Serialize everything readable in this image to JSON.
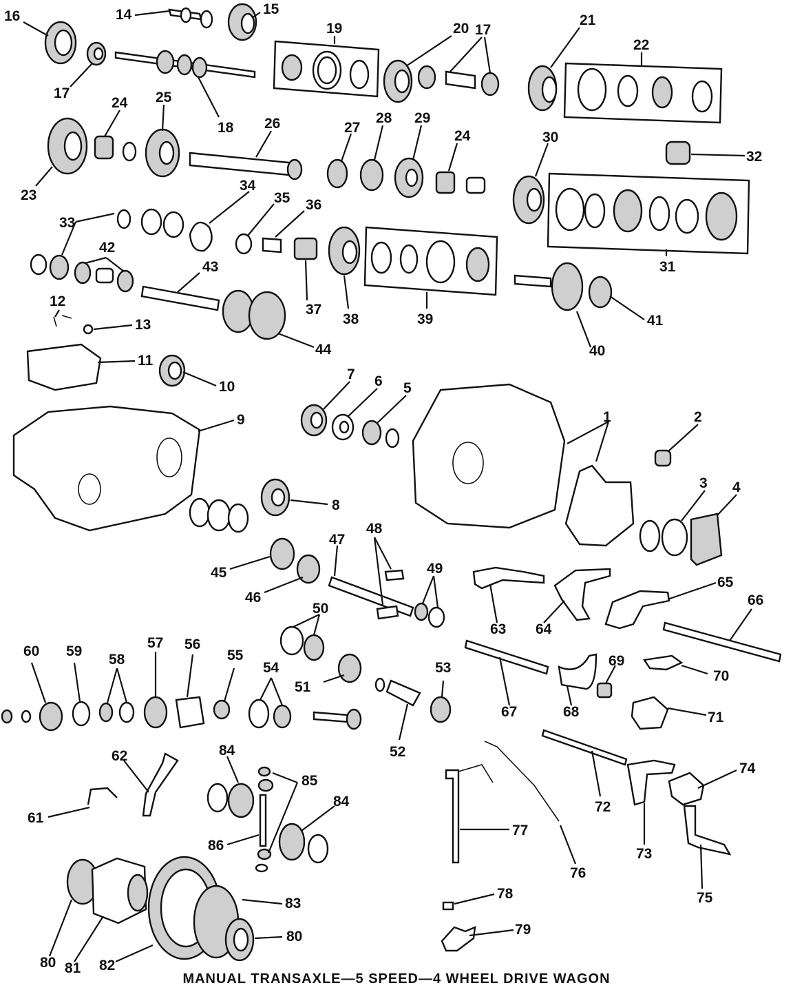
{
  "caption": "MANUAL TRANSAXLE—5 SPEED—4 WHEEL DRIVE WAGON",
  "callouts": [
    "1",
    "2",
    "3",
    "4",
    "5",
    "6",
    "7",
    "8",
    "9",
    "10",
    "11",
    "12",
    "13",
    "14",
    "15",
    "16",
    "17",
    "17",
    "18",
    "19",
    "20",
    "21",
    "22",
    "23",
    "24",
    "24",
    "25",
    "26",
    "27",
    "28",
    "29",
    "30",
    "31",
    "32",
    "33",
    "34",
    "35",
    "36",
    "37",
    "38",
    "39",
    "40",
    "41",
    "42",
    "43",
    "44",
    "45",
    "46",
    "47",
    "48",
    "49",
    "50",
    "51",
    "52",
    "53",
    "54",
    "55",
    "56",
    "57",
    "58",
    "59",
    "60",
    "61",
    "62",
    "63",
    "64",
    "65",
    "66",
    "67",
    "68",
    "69",
    "70",
    "71",
    "72",
    "73",
    "74",
    "75",
    "76",
    "77",
    "78",
    "79",
    "80",
    "80",
    "81",
    "82",
    "83",
    "84",
    "84",
    "85",
    "86"
  ]
}
